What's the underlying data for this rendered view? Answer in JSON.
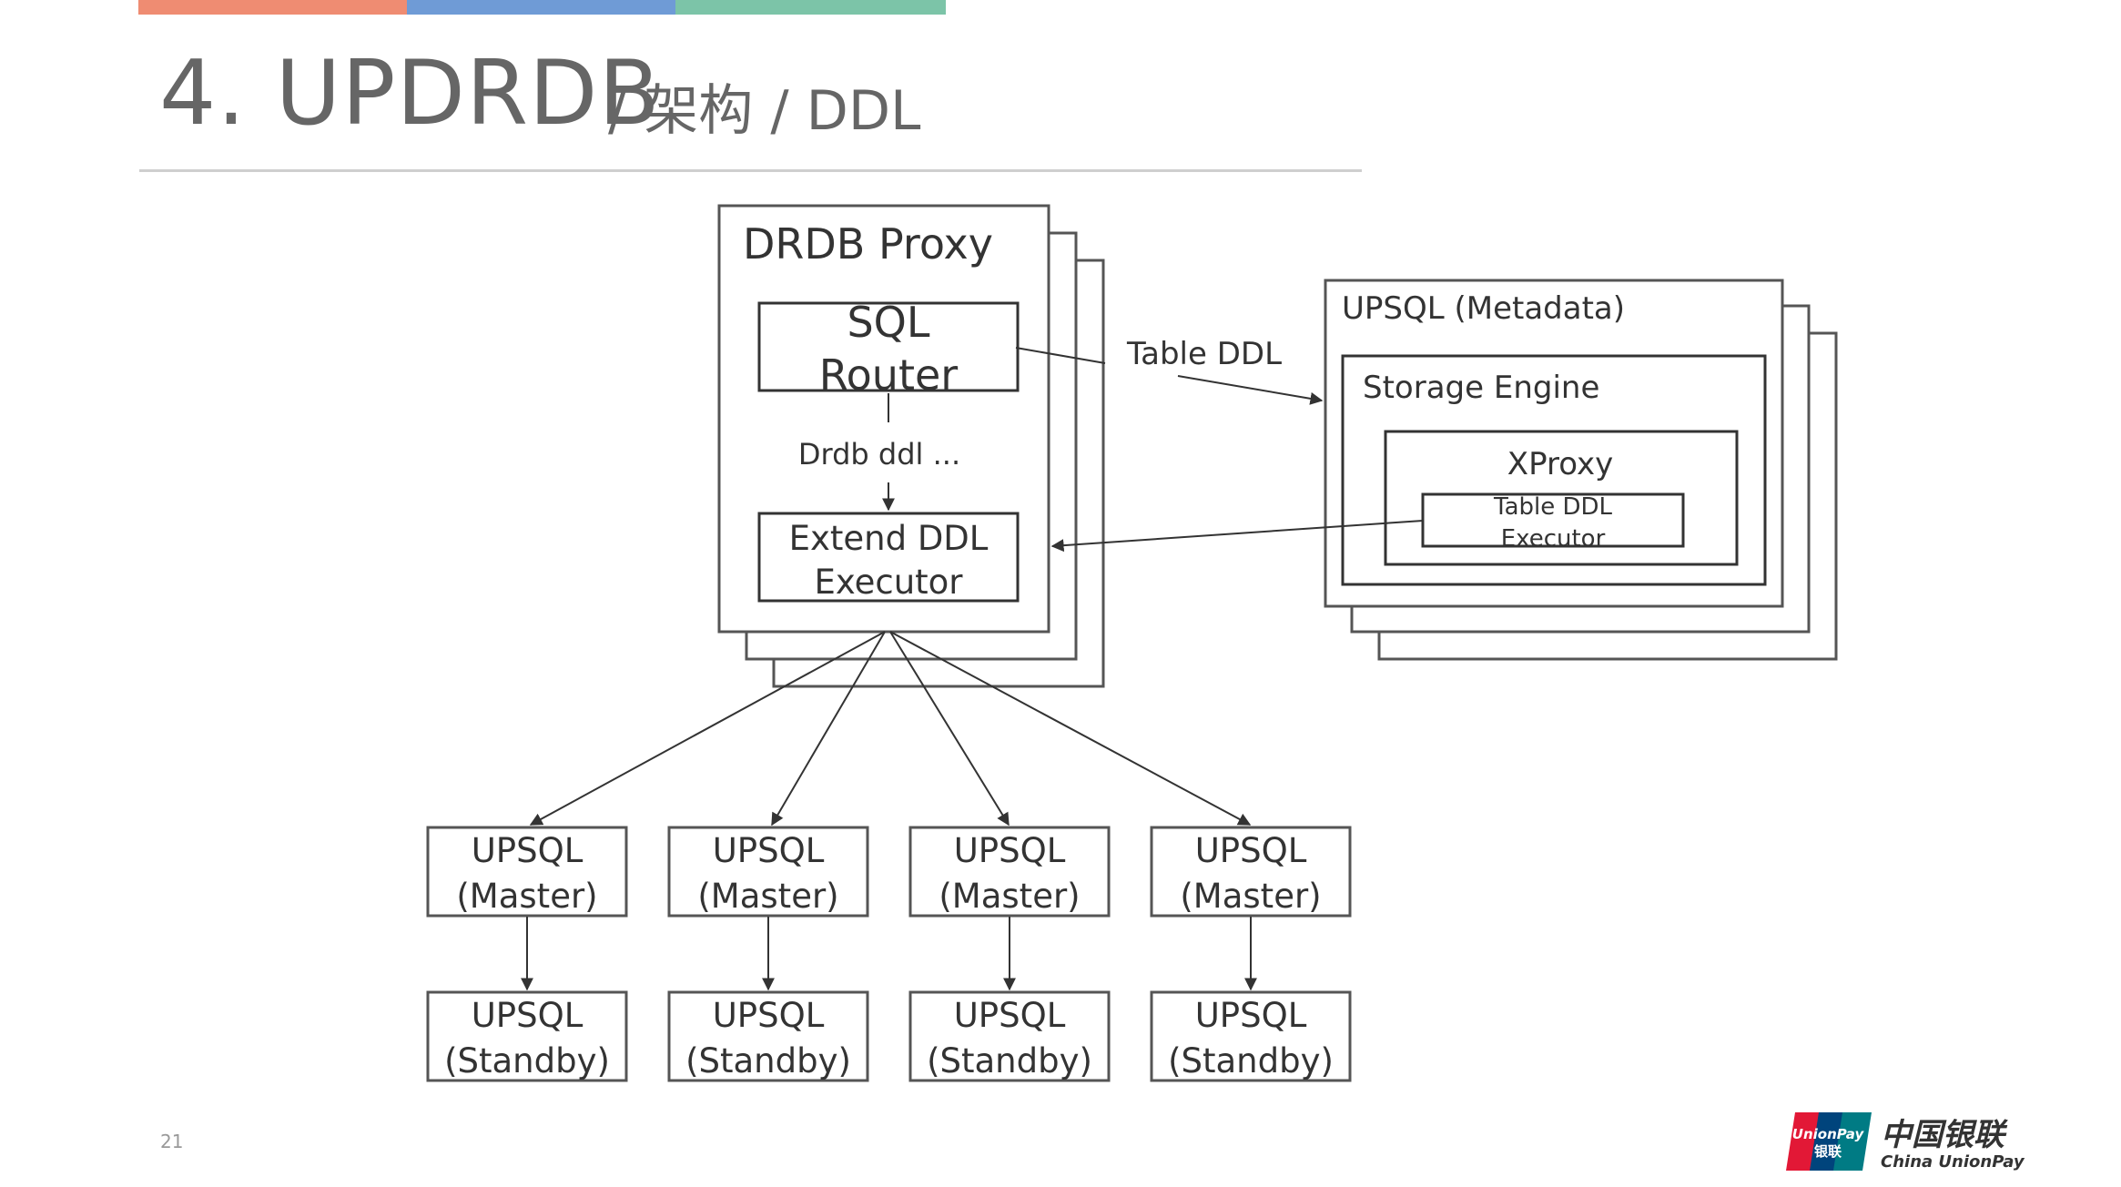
{
  "slide": {
    "title": "4. UPDRDB",
    "subtitle": "/ 架构 / DDL",
    "page_number": "21",
    "accent_colors": [
      "#ef8c72",
      "#6f9bd6",
      "#7cc4a8"
    ]
  },
  "diagram": {
    "drdb_proxy": {
      "title": "DRDB Proxy",
      "sql_router": [
        "SQL",
        "Router"
      ],
      "edge_label": "Drdb ddl ...",
      "extend_ddl_executor": [
        "Extend DDL",
        "Executor"
      ]
    },
    "metadata": {
      "title": "UPSQL (Metadata)",
      "storage_engine": "Storage Engine",
      "xproxy": "XProxy",
      "table_ddl_executor": [
        "Table DDL",
        "Executor"
      ]
    },
    "table_ddl_label": "Table DDL",
    "masters": [
      [
        "UPSQL",
        "(Master)"
      ],
      [
        "UPSQL",
        "(Master)"
      ],
      [
        "UPSQL",
        "(Master)"
      ],
      [
        "UPSQL",
        "(Master)"
      ]
    ],
    "standbys": [
      [
        "UPSQL",
        "(Standby)"
      ],
      [
        "UPSQL",
        "(Standby)"
      ],
      [
        "UPSQL",
        "(Standby)"
      ],
      [
        "UPSQL",
        "(Standby)"
      ]
    ]
  },
  "logo": {
    "badge_text_top": "UnionPay",
    "badge_text_bottom": "银联",
    "name_cn": "中国银联",
    "name_en": "China UnionPay",
    "colors": {
      "red": "#e21836",
      "blue": "#00447c",
      "green": "#007b84"
    }
  }
}
